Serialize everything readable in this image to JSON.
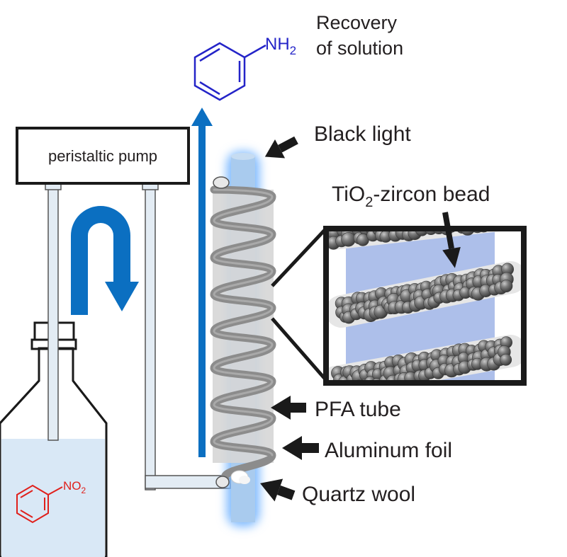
{
  "labels": {
    "pump": "peristaltic pump",
    "recovery_line1": "Recovery",
    "recovery_line2": "of solution",
    "black_light": "Black light",
    "bead_prefix": "TiO",
    "bead_sub": "2",
    "bead_suffix": "-zircon bead",
    "pfa_tube": "PFA tube",
    "aluminum_foil": "Aluminum foil",
    "quartz_wool": "Quartz wool",
    "nh2_main": "NH",
    "nh2_sub": "2",
    "no2_main": "NO",
    "no2_sub": "2"
  },
  "colors": {
    "arrow_blue": "#0b6fc1",
    "aniline_blue": "#2424c8",
    "nitro_red": "#e0201c",
    "solution": "#d9e8f6",
    "glow": "#7ab8ff",
    "coil": "#8c8c8c",
    "foil": "#d6d6d6",
    "bead": "#6e6e6e"
  }
}
